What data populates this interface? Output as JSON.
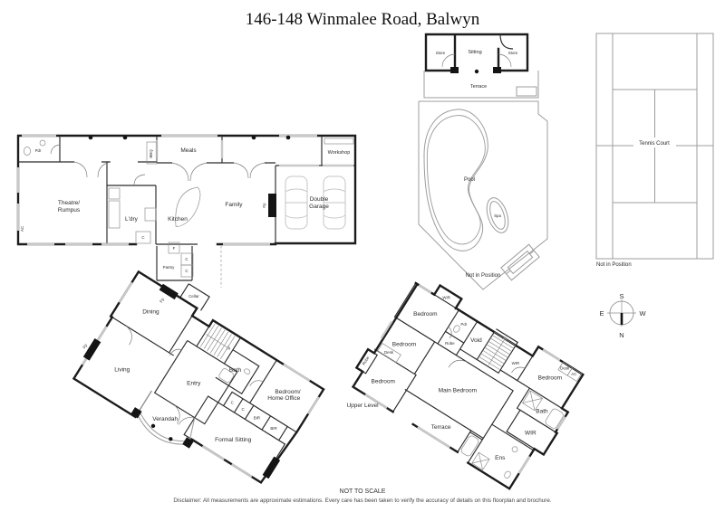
{
  "title": "146-148 Winmalee Road, Balwyn",
  "ground_floor": {
    "pdr": "Pdr",
    "ac": "AC",
    "theatre_line1": "Theatre/",
    "theatre_line2": "Rumpus",
    "bbq": "BBQ",
    "meals": "Meals",
    "ldry": "L'dry",
    "kitchen": "Kitchen",
    "family": "Family",
    "fp": "Fp",
    "garage_line1": "Double",
    "garage_line2": "Garage",
    "workshop": "Workshop",
    "fridge": "F",
    "cupboard": "C",
    "pantry": "Pantry",
    "cellar": "Cellar",
    "dining": "Dining",
    "living": "Living",
    "entry": "Entry",
    "bath": "Bath",
    "bho_line1": "Bedroom/",
    "bho_line2": "Home Office",
    "bir": "BIR",
    "verandah": "Verandah",
    "formal_sitting": "Formal Sitting"
  },
  "pool_area": {
    "store": "Store",
    "sitting": "Sitting",
    "terrace": "Terrace",
    "pool": "Pool",
    "spa": "Spa",
    "not_in_position": "Not in Position"
  },
  "tennis_court": {
    "label": "Tennis Court",
    "not_in_position": "Not in Position"
  },
  "compass": {
    "n": "N",
    "s": "S",
    "e": "E",
    "w": "W"
  },
  "upper_level": {
    "bedroom": "Bedroom",
    "main_bedroom": "Main Bedroom",
    "void": "Void",
    "bath": "Bath",
    "wir": "WIR",
    "ens": "Ens",
    "terrace": "Terrace",
    "desk": "Desk",
    "robe": "Robe",
    "pdr": "Pdr",
    "ac": "AC",
    "level_label": "Upper Level"
  },
  "footer": {
    "not_to_scale": "NOT TO SCALE",
    "disclaimer": "Disclaimer: All measurements are approximate estimations. Every care has been taken to verify the accuracy of details on this floorplan and brochure."
  }
}
